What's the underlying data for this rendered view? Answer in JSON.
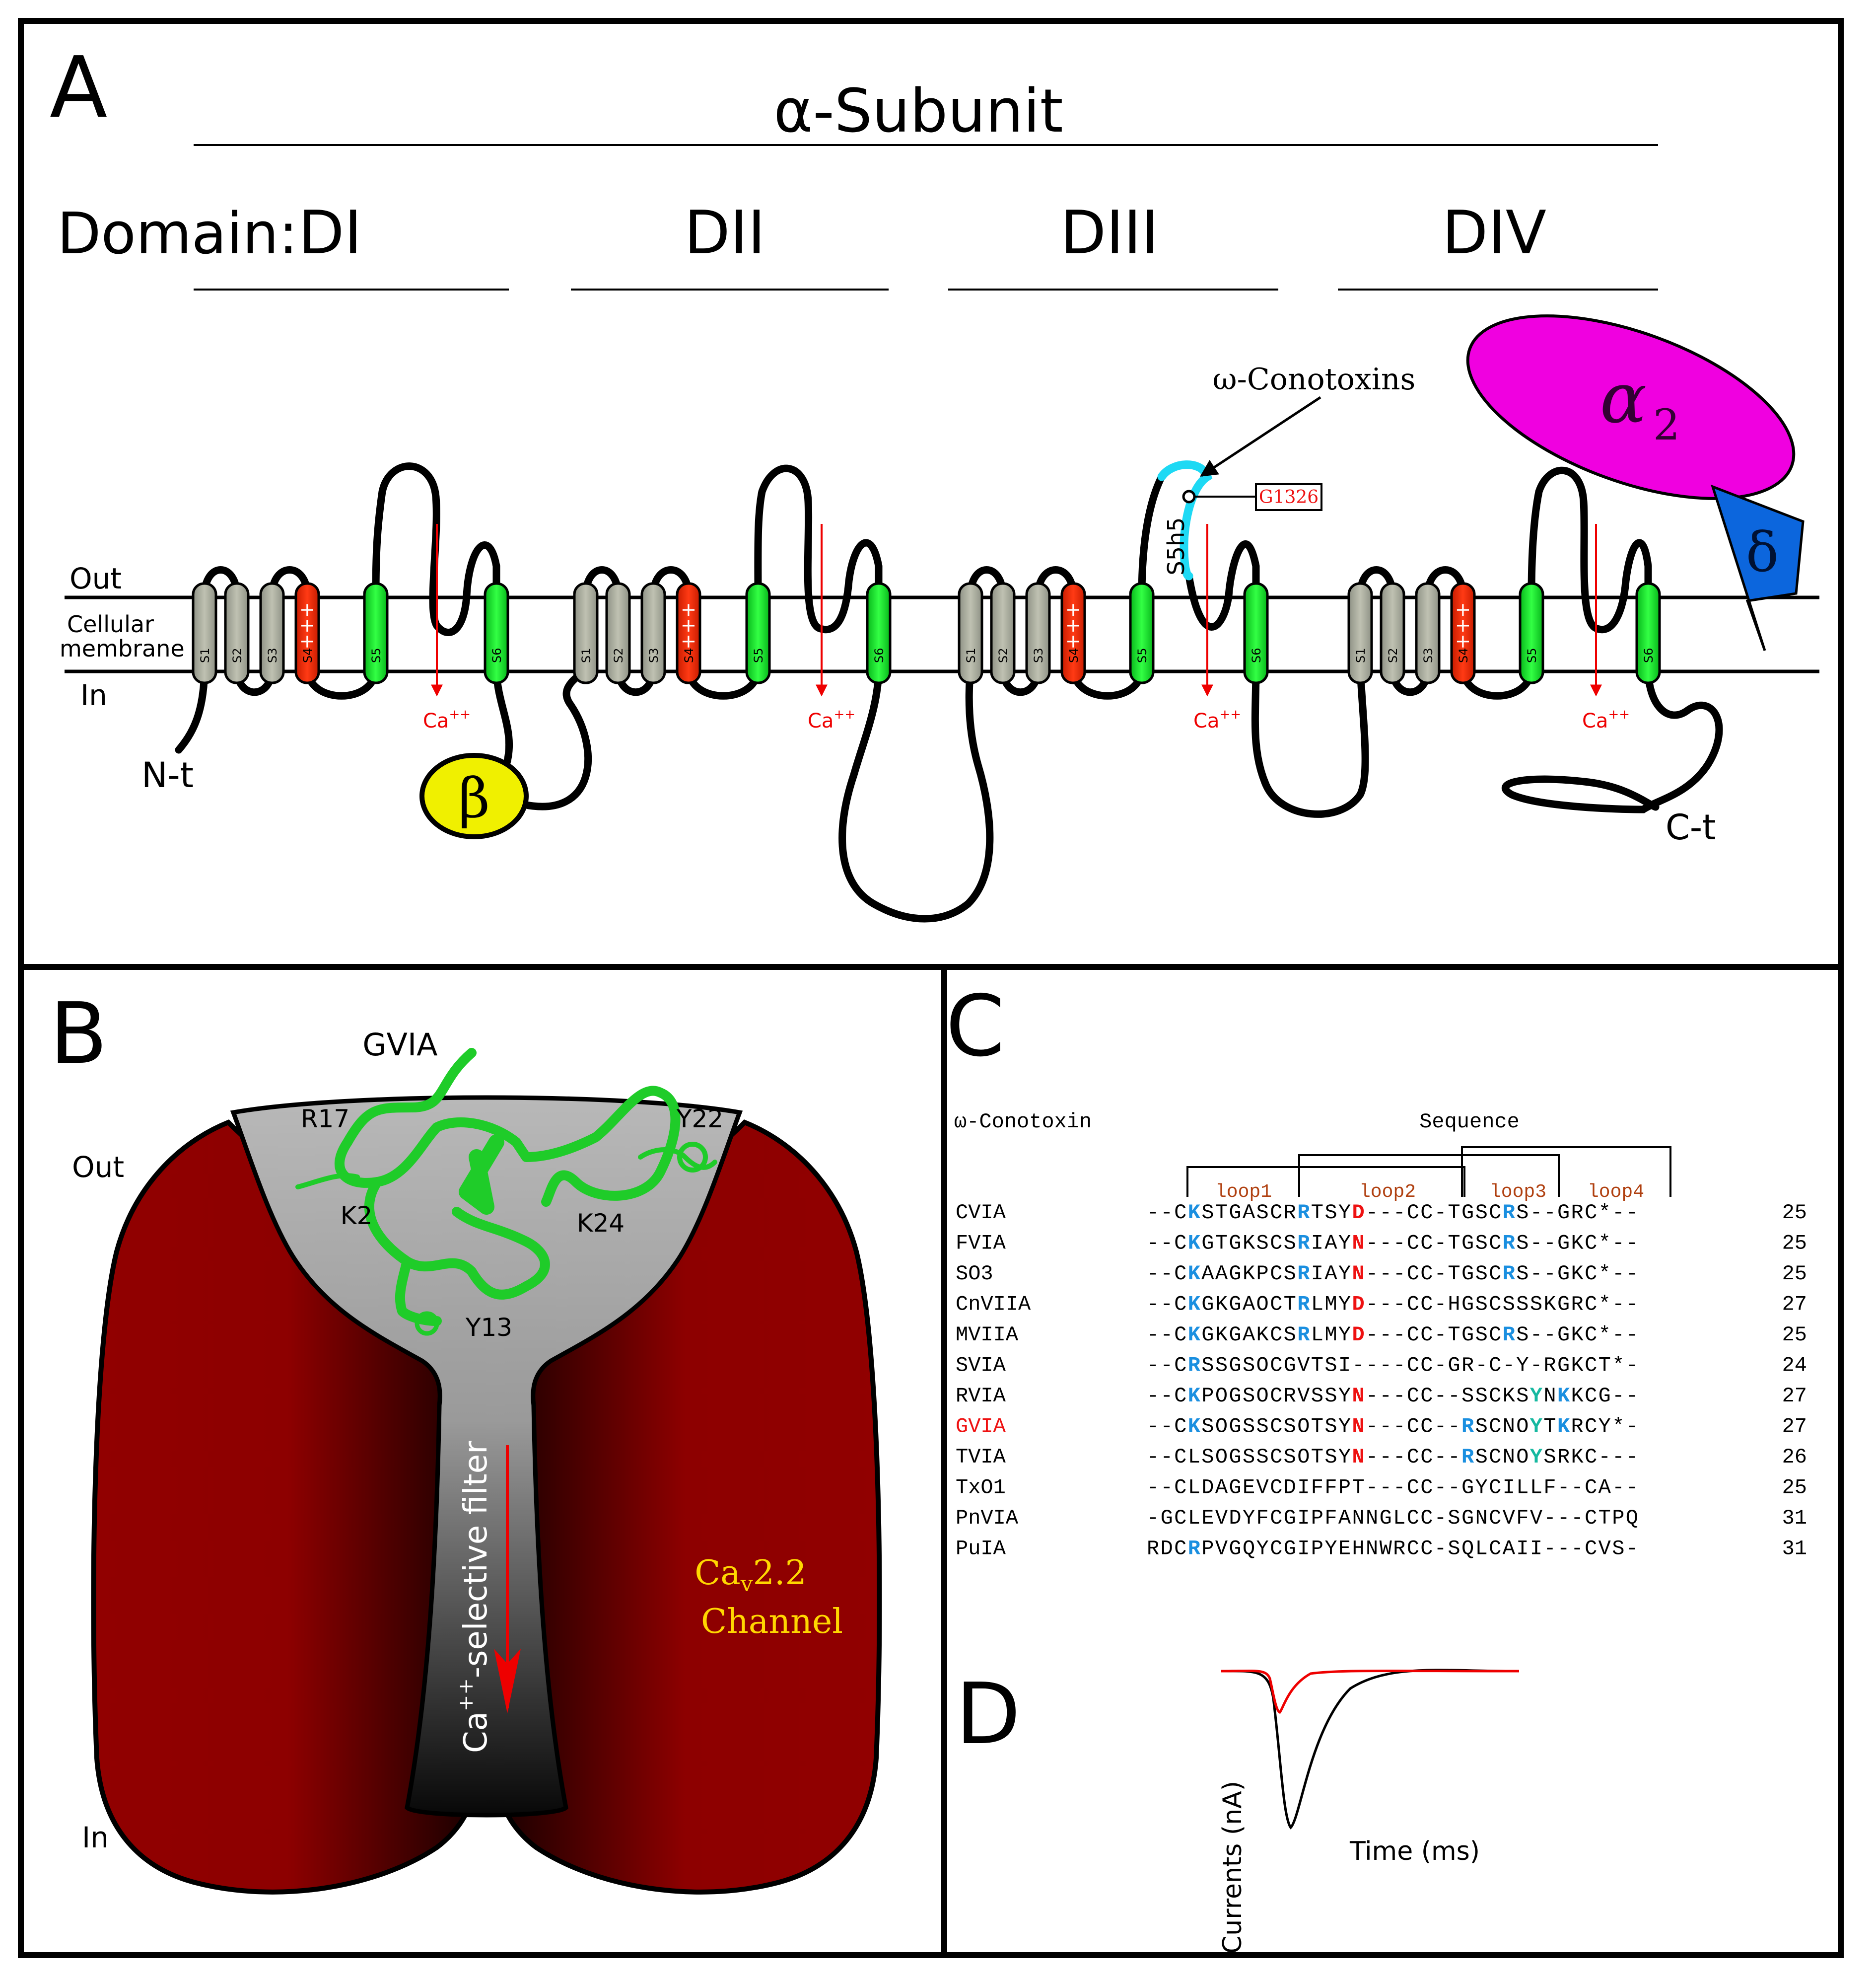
{
  "panel_labels": {
    "a": "A",
    "b": "B",
    "c": "C",
    "d": "D"
  },
  "panel_a": {
    "title": "α-Subunit",
    "domain_prefix": "Domain:",
    "domains": [
      "DI",
      "DII",
      "DIII",
      "DIV"
    ],
    "segments": [
      "S1",
      "S2",
      "S3",
      "S4",
      "S5",
      "S6"
    ],
    "s4_charges": "+++",
    "out_label": "Out",
    "membrane_label_1": "Cellular",
    "membrane_label_2": "membrane",
    "in_label": "In",
    "ion_label": "Ca",
    "ion_charge": "++",
    "nt_label": "N-t",
    "ct_label": "C-t",
    "beta_label": "β",
    "alpha2_label": "α",
    "alpha2_sub": "2",
    "delta_label": "δ",
    "conotoxin_label": "ω-Conotoxins",
    "site_label": "G1326",
    "loop_label": "S5h5",
    "colors": {
      "segment_gray": "#a3a597",
      "s4_red": "#ee2b0c",
      "s5s6_green": "#00e61e",
      "beta_yellow": "#f0f000",
      "alpha2_magenta": "#f000e0",
      "delta_blue": "#0c66dd",
      "loop_cyan": "#1ed9f4",
      "ion_red": "#ee0000"
    }
  },
  "panel_b": {
    "toxin_label": "GVIA",
    "out_label": "Out",
    "in_label": "In",
    "residues": [
      "R17",
      "Y22",
      "K2",
      "K24",
      "Y13"
    ],
    "filter_label": "Ca",
    "filter_charge": "++",
    "filter_suffix": "-selective filter",
    "channel_line1": "Ca",
    "channel_sub": "v",
    "channel_line1_tail": "2.2",
    "channel_line2": "Channel",
    "colors": {
      "channel_red": "#910000",
      "toxin_green": "#1fcc29",
      "label_yellow": "#ffd700"
    }
  },
  "panel_c": {
    "header_name": "ω-Conotoxin",
    "header_seq": "Sequence",
    "loops": [
      "loop1",
      "loop2",
      "loop3",
      "loop4"
    ],
    "rows": [
      {
        "name": "CVIA",
        "seq": "--CKSTGASCRRTSYD---CC-TGSCRS--GRC*--",
        "len": "25",
        "highlight": false
      },
      {
        "name": "FVIA",
        "seq": "--CKGTGKSCSRIAYN---CC-TGSCRS--GKC*--",
        "len": "25",
        "highlight": false
      },
      {
        "name": "SO3",
        "seq": "--CKAAGKPCSRIAYN---CC-TGSCRS--GKC*--",
        "len": "25",
        "highlight": false
      },
      {
        "name": "CnVIIA",
        "seq": "--CKGKGAOCTRLMYD---CC-HGSCSSSKGRC*--",
        "len": "27",
        "highlight": false
      },
      {
        "name": "MVIIA",
        "seq": "--CKGKGAKCSRLMYD---CC-TGSCRS--GKC*--",
        "len": "25",
        "highlight": false
      },
      {
        "name": "SVIA",
        "seq": "--CRSSGSOCGVTSI----CC-GR-C-Y-RGKCT*-",
        "len": "24",
        "highlight": false
      },
      {
        "name": "RVIA",
        "seq": "--CKPOGSOCRVSSYN---CC--SSCKSYNKKCG--",
        "len": "27",
        "highlight": false
      },
      {
        "name": "GVIA",
        "seq": "--CKSOGSSCSOTSYN---CC--RSCNOYTKRCY*-",
        "len": "27",
        "highlight": true
      },
      {
        "name": "TVIA",
        "seq": "--CLSOGSSCSOTSYN---CC--RSCNOYSRKC---",
        "len": "26",
        "highlight": false
      },
      {
        "name": "TxO1",
        "seq": "--CLDAGEVCDIFFPT---CC--GYCILLF--CA--",
        "len": "25",
        "highlight": false
      },
      {
        "name": "PnVIA",
        "seq": "-GCLEVDYFCGIPFANNGLCC-SGNCVFV---CTPQ",
        "len": "31",
        "highlight": false
      },
      {
        "name": "PuIA",
        "seq": "RDCRPVGQYCGIPYEHNWRCC-SQLCAII---CVS-",
        "len": "31",
        "highlight": false
      }
    ],
    "colors": {
      "blue": "#1a8fe0",
      "red": "#ee1111",
      "teal": "#16b8a0",
      "loop_brown": "#b04010",
      "highlight_name": "#ee1111"
    }
  },
  "panel_d": {
    "ylabel": "Currents (nA)",
    "xlabel": "Time (ms)",
    "colors": {
      "control": "#000000",
      "toxin": "#ee0000"
    }
  }
}
